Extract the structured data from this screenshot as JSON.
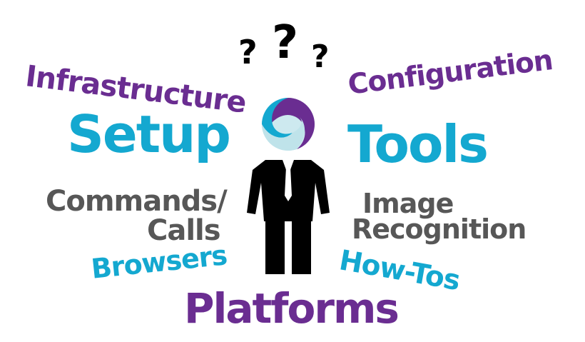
{
  "words": {
    "infrastructure": "Infrastructure",
    "setup": "Setup",
    "commands": "Commands/",
    "calls": "Calls",
    "browsers": "Browsers",
    "platforms": "Platforms",
    "configuration": "Configuration",
    "tools": "Tools",
    "image": "Image",
    "recognition": "Recognition",
    "howtos": "How-Tos"
  },
  "question_marks": [
    "?",
    "?",
    "?"
  ],
  "colors": {
    "purple": "#6a2d91",
    "cyan": "#14a8d0",
    "gray": "#575757",
    "figure": "#000000"
  },
  "icons": [
    "question-mark-icon",
    "person-figure-icon",
    "logo-head-icon"
  ]
}
